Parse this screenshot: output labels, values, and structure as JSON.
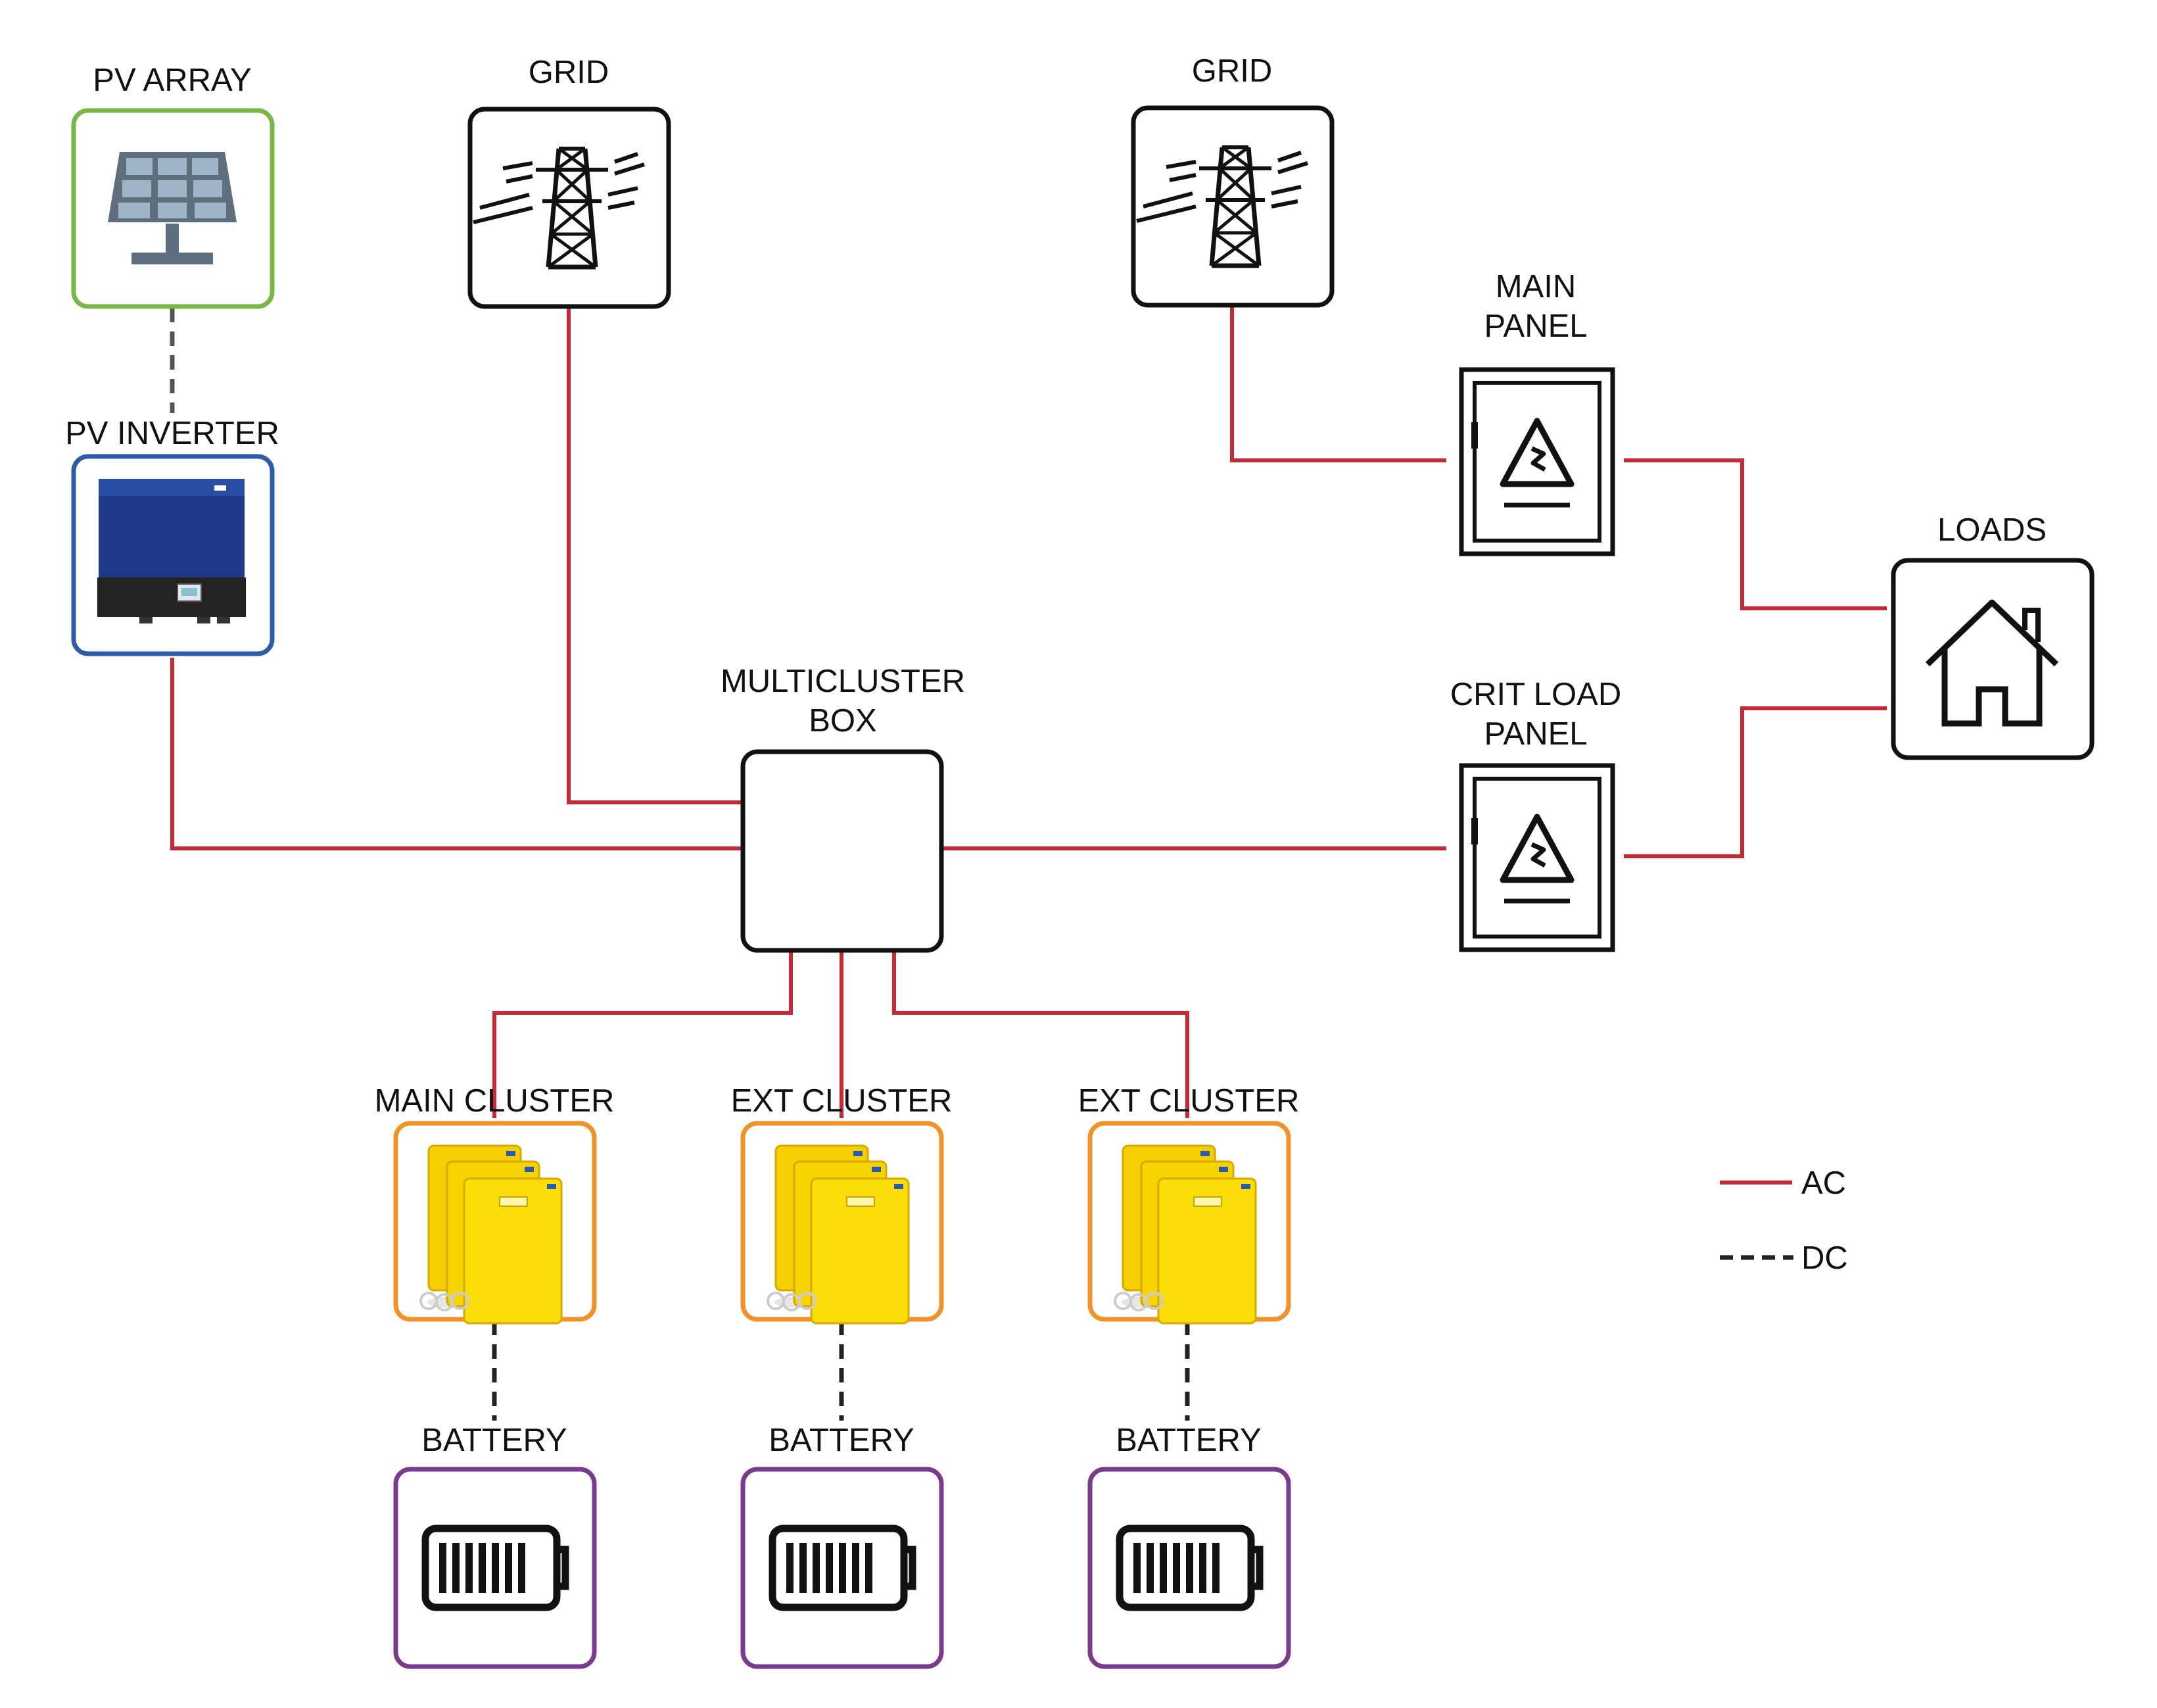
{
  "nodes": {
    "pv_array": "PV ARRAY",
    "pv_inverter": "PV INVERTER",
    "grid_left": "GRID",
    "grid_right": "GRID",
    "main_panel": [
      "MAIN",
      "PANEL"
    ],
    "loads": "LOADS",
    "multicluster_box": [
      "MULTICLUSTER",
      "BOX"
    ],
    "crit_load_panel": [
      "CRIT LOAD",
      "PANEL"
    ],
    "main_cluster": "MAIN CLUSTER",
    "ext_cluster_1": "EXT CLUSTER",
    "ext_cluster_2": "EXT CLUSTER",
    "battery_1": "BATTERY",
    "battery_2": "BATTERY",
    "battery_3": "BATTERY"
  },
  "legend": {
    "ac": "AC",
    "dc": "DC"
  },
  "colors": {
    "ac_line": "#c62a36",
    "dc_line": "#555555",
    "pv_array_border": "#7ab648",
    "pv_inverter_border": "#2d5ca8",
    "cluster_border": "#f0912a",
    "battery_border": "#7b3b8c",
    "neutral_border": "#111111"
  },
  "icons": {
    "pv_array": "solar-panel-icon",
    "pv_inverter": "inverter-image",
    "grid": "transmission-tower-icon",
    "panel": "electrical-panel-icon",
    "loads": "house-icon",
    "cluster": "battery-inverter-stack-image",
    "battery": "battery-icon"
  }
}
